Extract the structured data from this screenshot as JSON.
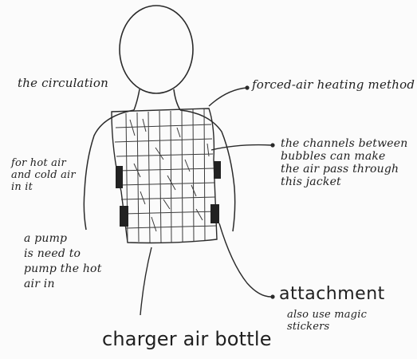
{
  "labels": {
    "circulation": "the circulation",
    "forced_air": "forced-air heating method",
    "channels": "the channels between\nbubbles can make\nthe air pass through\nthis jacket",
    "hot_cold": "for hot air\nand cold air\nin it",
    "pump": "a pump\nis need to\npump the hot\nair in",
    "attachment": "attachment",
    "magic_stickers": "also use magic\nstickers",
    "charger": "charger air bottle"
  },
  "colors": {
    "ink": "#1f1f1f",
    "paper": "#fbfbfb",
    "strap": "#222222"
  }
}
